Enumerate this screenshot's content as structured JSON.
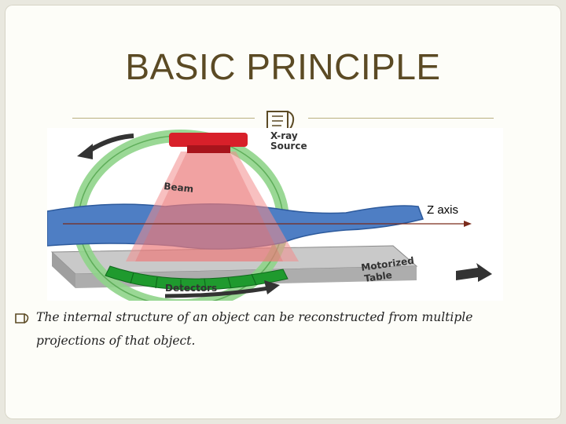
{
  "slide": {
    "title": "BASIC PRINCIPLE",
    "figure": {
      "labels": {
        "source": "X-ray Source",
        "beam": "Beam",
        "detectors": "Detectors",
        "table": "Motorized Table",
        "z_axis": "Z axis"
      }
    },
    "bullet": "The internal structure of an object can be reconstructed from multiple projections of that object."
  },
  "colors": {
    "title": "#5b4a24",
    "rule": "#b9b080",
    "source": "#d8202a",
    "beam": "#f28c8c",
    "gantry": "#8fd48a",
    "detectors": "#1f9a2e",
    "patient": "#3f6fb5",
    "table": "#b8b8b8",
    "axis": "#7a2a1a"
  },
  "icons": {
    "title_bullet": "page-curl-bullet-icon",
    "caption_bullet": "page-curl-bullet-icon"
  }
}
